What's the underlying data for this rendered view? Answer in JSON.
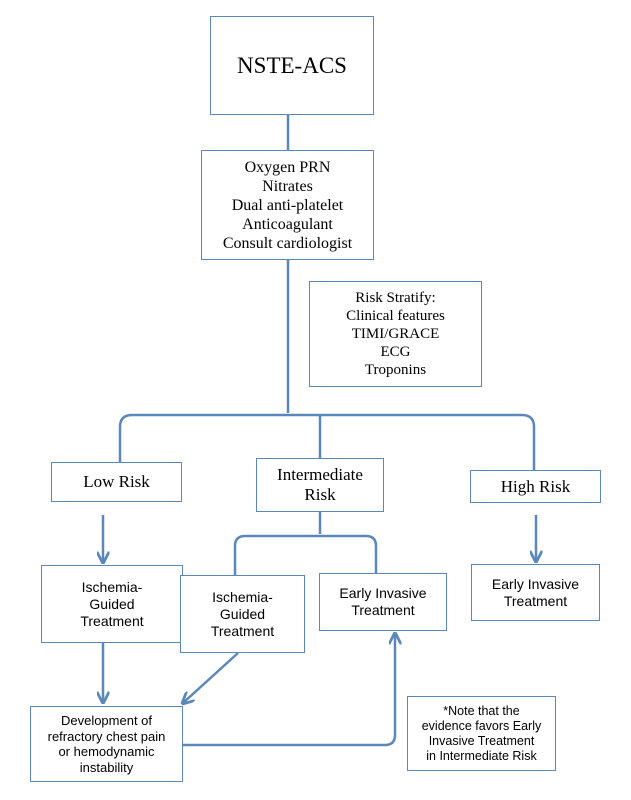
{
  "colors": {
    "border": "#5b87bb",
    "connector": "#5b87bb",
    "text": "#000000"
  },
  "nodes": {
    "nste_acs": "NSTE-ACS",
    "initial": "Oxygen PRN\nNitrates\nDual anti-platelet\nAnticoagulant\nConsult cardiologist",
    "risk_stratify": "Risk Stratify:\nClinical features\nTIMI/GRACE\nECG\nTroponins",
    "low_risk": "Low Risk",
    "intermediate_risk": "Intermediate\nRisk",
    "high_risk": "High Risk",
    "ischemia_low": "Ischemia-\nGuided\nTreatment",
    "ischemia_intermediate": "Ischemia-\nGuided\nTreatment",
    "early_invasive_intermediate": "Early Invasive\nTreatment",
    "early_invasive_high": "Early Invasive\nTreatment",
    "refractory": "Development of\nrefractory chest pain\nor hemodynamic\ninstability",
    "note": "*Note that the\nevidence favors Early\nInvasive Treatment\nin Intermediate Risk"
  }
}
